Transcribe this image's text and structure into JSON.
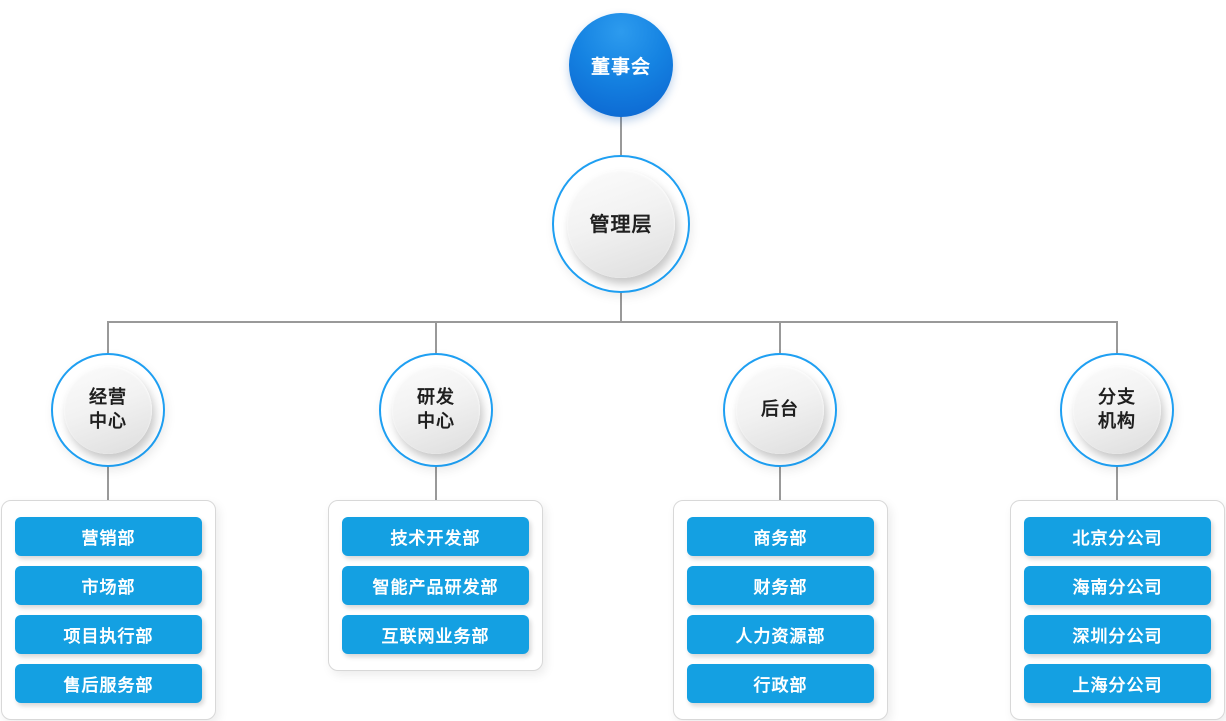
{
  "org": {
    "root": {
      "label": "董事会"
    },
    "management": {
      "label": "管理层"
    },
    "branches": [
      {
        "label": "经营中心",
        "lines": [
          "经营",
          "中心"
        ],
        "children": [
          "营销部",
          "市场部",
          "项目执行部",
          "售后服务部"
        ]
      },
      {
        "label": "研发中心",
        "lines": [
          "研发",
          "中心"
        ],
        "children": [
          "技术开发部",
          "智能产品研发部",
          "互联网业务部"
        ]
      },
      {
        "label": "后台",
        "lines": [
          "后台"
        ],
        "children": [
          "商务部",
          "财务部",
          "人力资源部",
          "行政部"
        ]
      },
      {
        "label": "分支机构",
        "lines": [
          "分支",
          "机构"
        ],
        "children": [
          "北京分公司",
          "海南分公司",
          "深圳分公司",
          "上海分公司"
        ]
      }
    ]
  },
  "colors": {
    "root_gradient_top": "#2d9bee",
    "root_gradient_bottom": "#0b63cf",
    "ring_blue": "#1e9ff2",
    "button_blue": "#14a0e2",
    "connector_gray": "#999999",
    "circle_text": "#1f1f1f",
    "panel_border": "#d8d8d8"
  }
}
